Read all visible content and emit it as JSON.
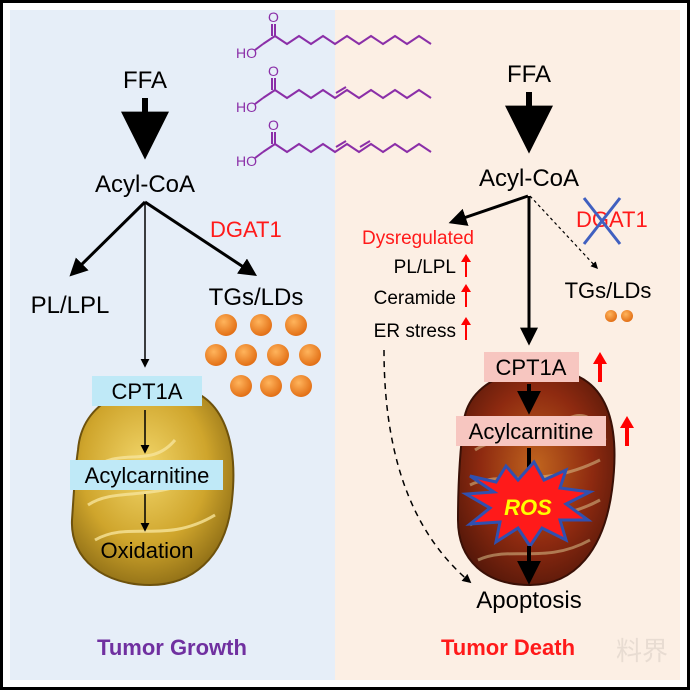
{
  "left_panel": {
    "ffa": "FFA",
    "acyl_coa": "Acyl-CoA",
    "dgat1": "DGAT1",
    "pl_lpl": "PL/LPL",
    "tgs_lds": "TGs/LDs",
    "cpt1a": "CPT1A",
    "acylcarnitine": "Acylcarnitine",
    "oxidation": "Oxidation",
    "caption": "Tumor Growth"
  },
  "right_panel": {
    "ffa": "FFA",
    "acyl_coa": "Acyl-CoA",
    "dgat1": "DGAT1",
    "dysregulated": "Dysregulated",
    "pl_lpl": "PL/LPL",
    "ceramide": "Ceramide",
    "er_stress": "ER stress",
    "tgs_lds": "TGs/LDs",
    "cpt1a": "CPT1A",
    "acylcarnitine": "Acylcarnitine",
    "ros": "ROS",
    "apoptosis": "Apoptosis",
    "caption": "Tumor Death"
  },
  "fatty_acids": {
    "ho_label": "HO",
    "o_label": "O"
  },
  "watermark": "料界",
  "colors": {
    "left_bg": "#e6eef8",
    "right_bg": "#fcefe4",
    "left_caption": "#7030a0",
    "right_caption": "#ff1a1a",
    "fatty_acid": "#8b2fa8",
    "lipid_droplet": "#f08020",
    "cpt1a_left_box": "#bfe9f7",
    "cpt1a_right_box": "#f7c6c0",
    "up_arrow": "#ff0000"
  }
}
